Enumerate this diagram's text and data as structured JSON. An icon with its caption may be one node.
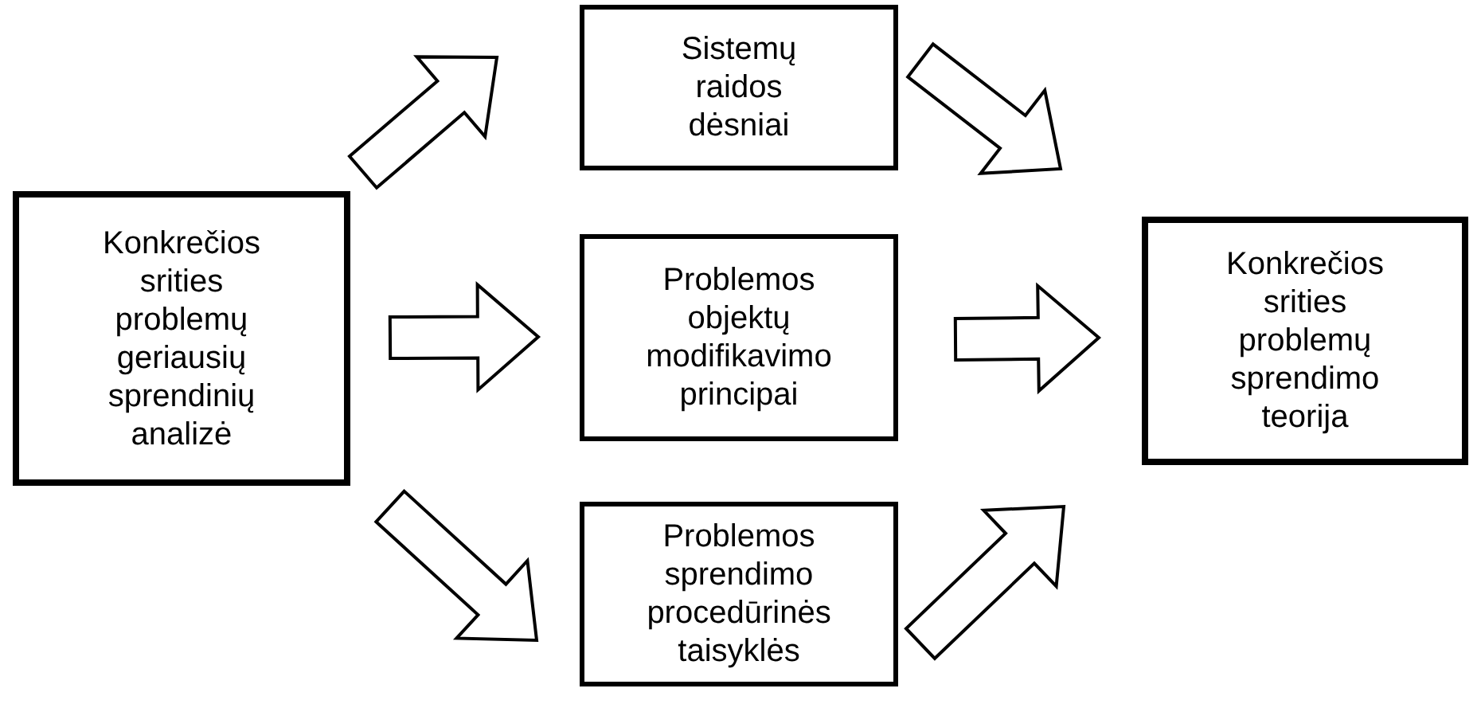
{
  "diagram": {
    "nodes": [
      {
        "text": [
          "Konkrečios srities problemų geriausių sprendinių analizė"
        ]
      },
      {
        "text": [
          "Sistemų raidos dėsniai"
        ]
      },
      {
        "text": [
          "Problemos objektų modifikavimo principai"
        ]
      },
      {
        "text": [
          "Problemos sprendimo procedūrinės taisyklės"
        ]
      },
      {
        "text": [
          "Konkrečios srities problemų sprendimo teorija"
        ]
      }
    ],
    "edges": [
      {
        "from": 0,
        "to": 1,
        "arrow": "to"
      },
      {
        "from": 0,
        "to": 2,
        "arrow": "to"
      },
      {
        "from": 0,
        "to": 3,
        "arrow": "to"
      },
      {
        "from": 1,
        "to": 4,
        "arrow": "to"
      },
      {
        "from": 2,
        "to": 4,
        "arrow": "to"
      },
      {
        "from": 3,
        "to": 4,
        "arrow": "to"
      }
    ]
  }
}
